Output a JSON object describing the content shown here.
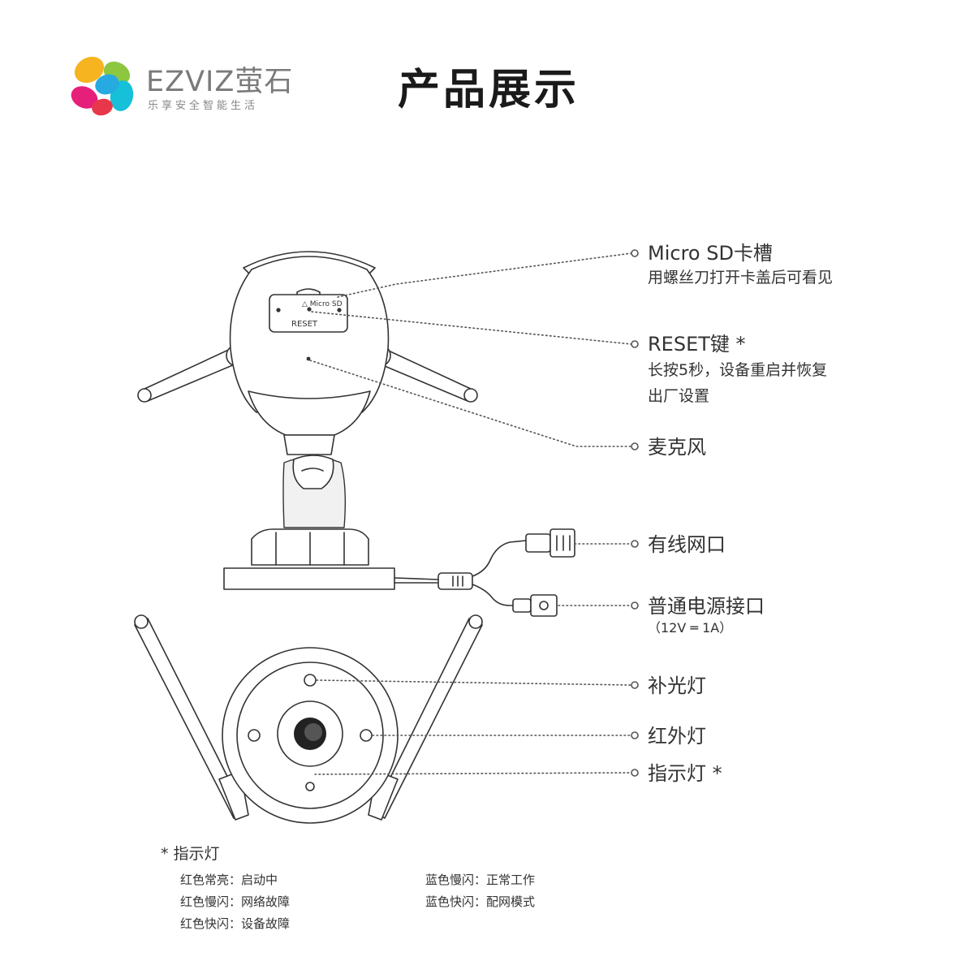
{
  "header": {
    "brand_name": "EZVIZ萤石",
    "brand_slogan": "乐享安全智能生活",
    "title": "产品展示"
  },
  "colors": {
    "logo_red": "#e8374a",
    "logo_magenta": "#e6207a",
    "logo_yellow": "#f6b420",
    "logo_green": "#8dc63f",
    "logo_blue": "#27a9e1",
    "logo_cyan": "#15c0d8"
  },
  "camera_labels": {
    "cover_tiny_text": "△ Micro SD",
    "cover_reset_text": "RESET"
  },
  "callouts": {
    "micro_sd": {
      "title": "Micro SD卡槽",
      "desc": "用螺丝刀打开卡盖后可看见"
    },
    "reset": {
      "title": "RESET键 *",
      "desc_line1": "长按5秒，设备重启并恢复",
      "desc_line2": "出厂设置"
    },
    "microphone": {
      "title": "麦克风"
    },
    "ethernet": {
      "title": "有线网口"
    },
    "power": {
      "title": "普通电源接口",
      "spec": "（12V ═ 1A）"
    },
    "fill_light": {
      "title": "补光灯"
    },
    "ir_light": {
      "title": "红外灯"
    },
    "indicator": {
      "title": "指示灯 *"
    }
  },
  "legend": {
    "title": "*  指示灯",
    "items": [
      "红色常亮：启动中",
      "红色慢闪：网络故障",
      "红色快闪：设备故障",
      "蓝色慢闪：正常工作",
      "蓝色快闪：配网模式"
    ]
  }
}
